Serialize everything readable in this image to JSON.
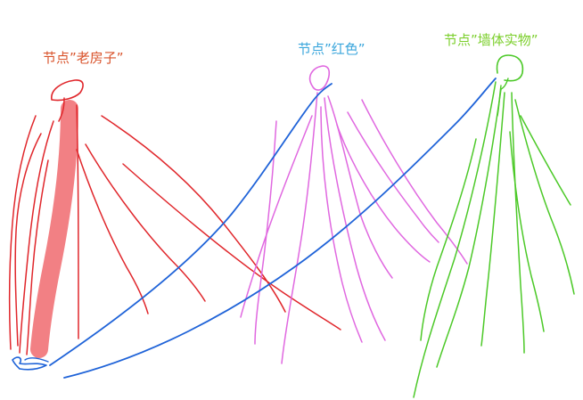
{
  "nodes": [
    {
      "id": "old-house",
      "label": "节点”老房子”",
      "color": "#d9532b"
    },
    {
      "id": "red",
      "label": "节点”红色”",
      "color": "#3aa6dc"
    },
    {
      "id": "wall",
      "label": "节点”墙体实物”",
      "color": "#7ccf2c"
    }
  ],
  "stroke_colors": {
    "red_ink": "#e0262b",
    "red_highlight": "#f06a6e",
    "magenta_ink": "#e068e0",
    "blue_ink": "#1f63d8",
    "green_ink": "#4cc928"
  }
}
